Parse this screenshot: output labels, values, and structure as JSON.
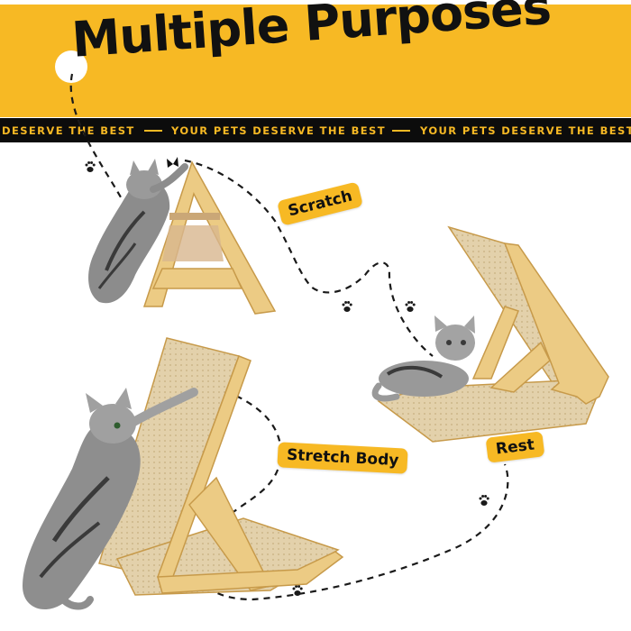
{
  "banner": {
    "title": "Multiple Purposes",
    "ticker": [
      "DESERVE THE BEST",
      "YOUR PETS DESERVE THE BEST",
      "YOUR PETS DESERVE THE BEST"
    ]
  },
  "modes": {
    "scratch": "Scratch",
    "stretch": "Stretch Body",
    "rest": "Rest"
  },
  "colors": {
    "accent": "#f7b924",
    "dark": "#111111",
    "wood": "#e9c47c",
    "cardboard": "#e6d6b4"
  },
  "icons": [
    "paw-icon",
    "butterfly-icon"
  ]
}
